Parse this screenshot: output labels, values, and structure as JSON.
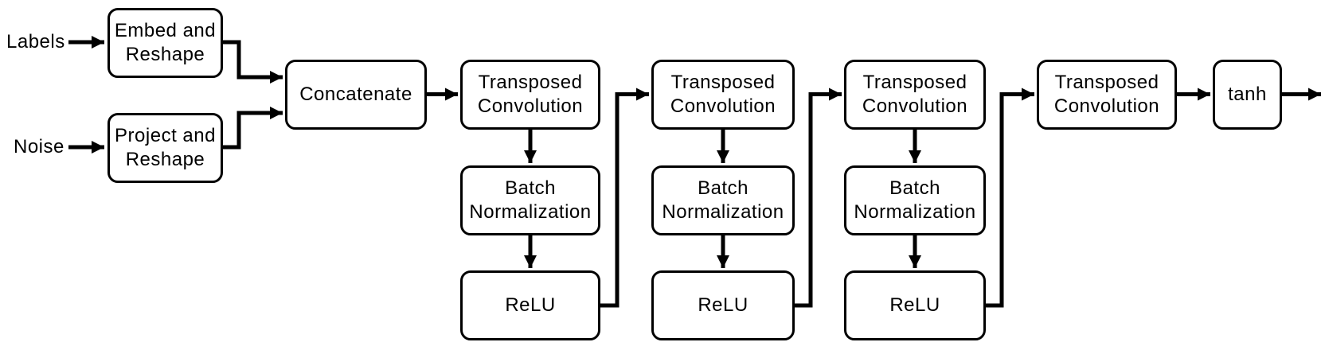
{
  "diagram": {
    "title_hint": "generator-network-flowchart",
    "inputs": {
      "labels": "Labels",
      "noise": "Noise"
    },
    "nodes": [
      {
        "id": "embed",
        "label": "Embed and\nReshape"
      },
      {
        "id": "project",
        "label": "Project and\nReshape"
      },
      {
        "id": "concatenate",
        "label": "Concatenate"
      },
      {
        "id": "tconv1",
        "label": "Transposed\nConvolution"
      },
      {
        "id": "bn1",
        "label": "Batch\nNormalization"
      },
      {
        "id": "relu1",
        "label": "ReLU"
      },
      {
        "id": "tconv2",
        "label": "Transposed\nConvolution"
      },
      {
        "id": "bn2",
        "label": "Batch\nNormalization"
      },
      {
        "id": "relu2",
        "label": "ReLU"
      },
      {
        "id": "tconv3",
        "label": "Transposed\nConvolution"
      },
      {
        "id": "bn3",
        "label": "Batch\nNormalization"
      },
      {
        "id": "relu3",
        "label": "ReLU"
      },
      {
        "id": "tconv4",
        "label": "Transposed\nConvolution"
      },
      {
        "id": "tanh",
        "label": "tanh"
      }
    ],
    "colors": {
      "stroke": "#000000",
      "node_fill": "#ffffff",
      "text": "#000000",
      "background": "#ffffff"
    }
  }
}
